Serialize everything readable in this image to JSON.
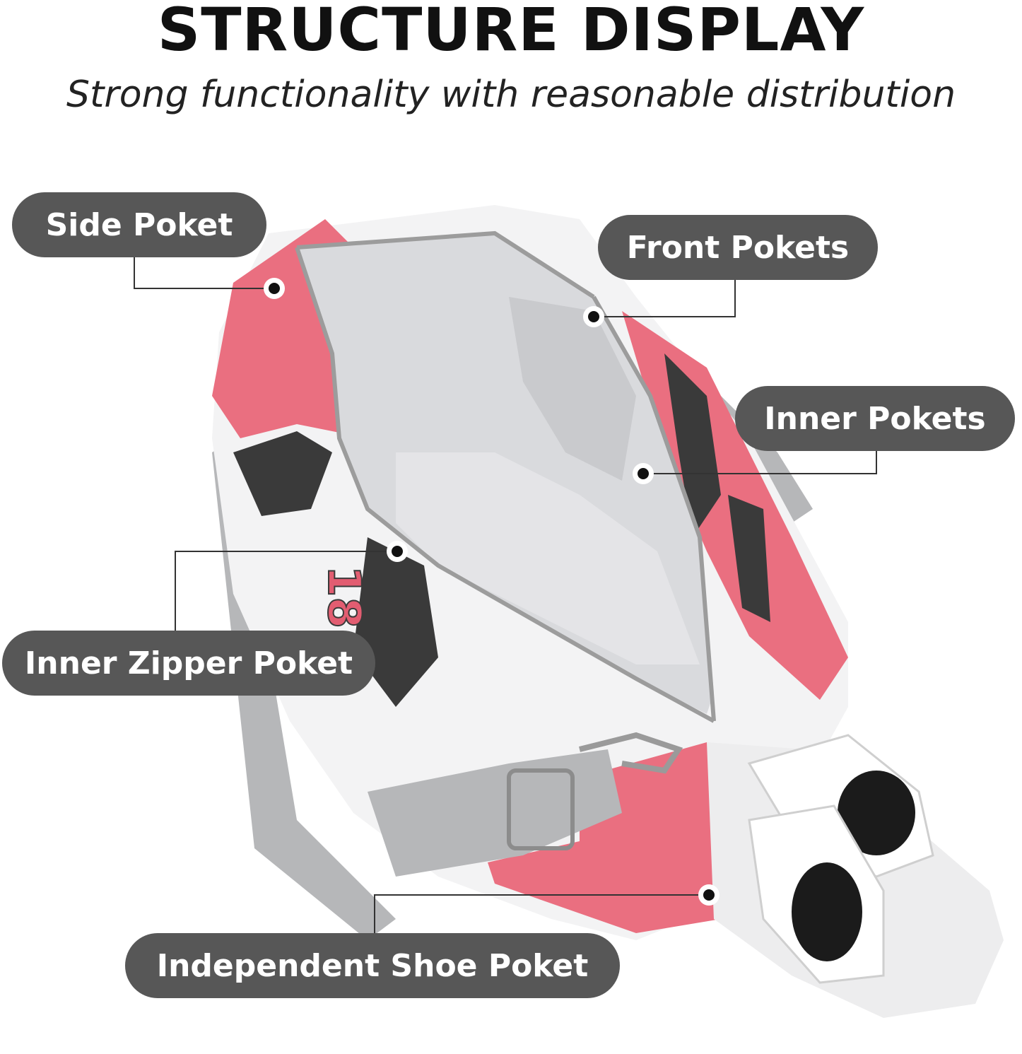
{
  "header": {
    "title": "STRUCTURE DISPLAY",
    "subtitle": "Strong functionality with reasonable distribution"
  },
  "callouts": {
    "side_pocket": "Side Poket",
    "front_pockets": "Front Pokets",
    "inner_pockets": "Inner Pokets",
    "inner_zipper_pocket": "Inner Zipper Poket",
    "shoe_pocket": "Independent Shoe Poket"
  },
  "product": {
    "number_print": "18"
  },
  "colors": {
    "pink": "#ea6f80",
    "black_panel": "#3a3a3a",
    "lining": "#d9dadd",
    "strap": "#b6b7b9",
    "pill": "#575757",
    "leader": "#333333"
  }
}
